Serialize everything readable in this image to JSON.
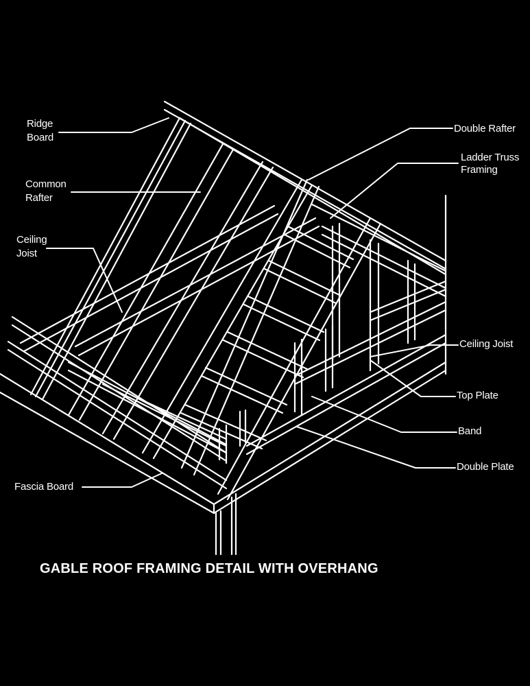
{
  "labels": {
    "ridge_board": {
      "line1": "Ridge",
      "line2": "Board"
    },
    "common_rafter": {
      "line1": "Common",
      "line2": "Rafter"
    },
    "ceiling_joist_left": {
      "line1": "Ceiling",
      "line2": "Joist"
    },
    "double_rafter": "Double Rafter",
    "ladder_truss_framing": {
      "line1": "Ladder Truss",
      "line2": "Framing"
    },
    "ceiling_joist_right": "Ceiling Joist",
    "top_plate": "Top Plate",
    "band": "Band",
    "double_plate": "Double Plate",
    "fascia_board": "Fascia Board"
  },
  "caption": "GABLE ROOF FRAMING DETAIL WITH OVERHANG",
  "colors": {
    "background": "#000000",
    "line": "#ffffff"
  }
}
